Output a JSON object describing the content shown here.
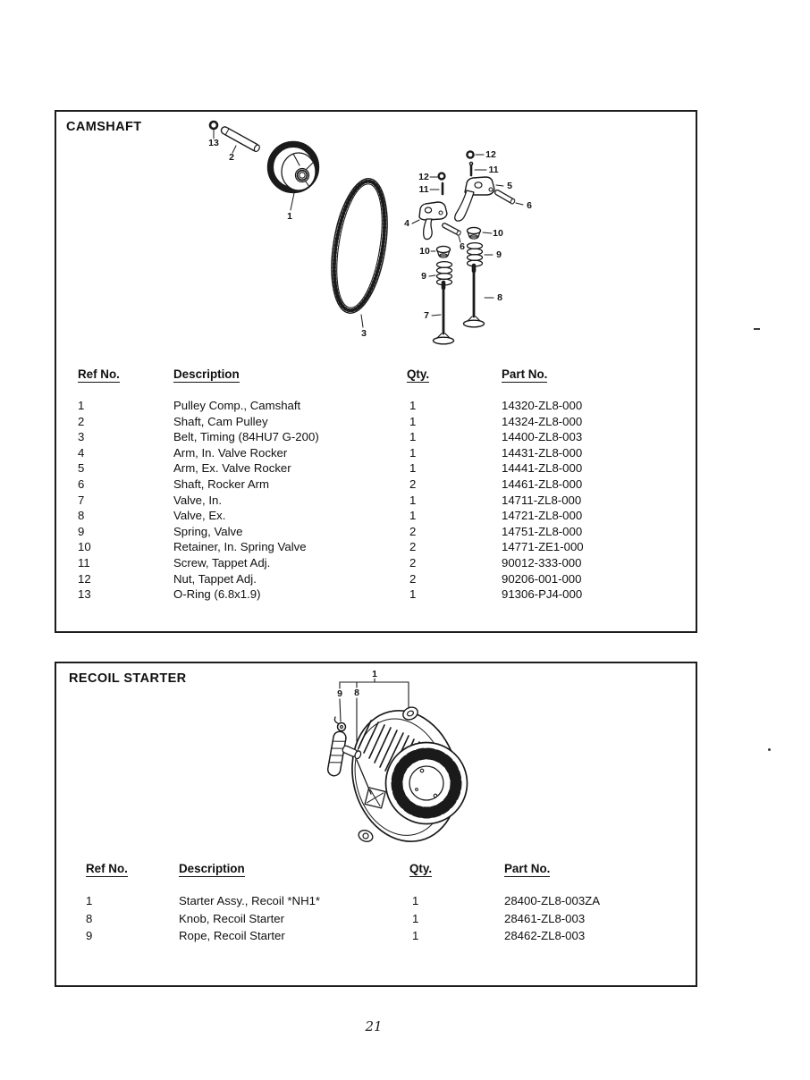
{
  "page": {
    "number": "21"
  },
  "colors": {
    "ink": "#141414",
    "paper": "#ffffff"
  },
  "camshaft": {
    "title": "CAMSHAFT",
    "headers": {
      "ref": "Ref No.",
      "desc": "Description",
      "qty": "Qty.",
      "part": "Part No."
    },
    "rows": [
      {
        "ref": "1",
        "desc": "Pulley Comp., Camshaft",
        "qty": "1",
        "part": "14320-ZL8-000"
      },
      {
        "ref": "2",
        "desc": "Shaft, Cam Pulley",
        "qty": "1",
        "part": "14324-ZL8-000"
      },
      {
        "ref": "3",
        "desc": "Belt, Timing (84HU7 G-200)",
        "qty": "1",
        "part": "14400-ZL8-003"
      },
      {
        "ref": "4",
        "desc": "Arm, In. Valve Rocker",
        "qty": "1",
        "part": "14431-ZL8-000"
      },
      {
        "ref": "5",
        "desc": "Arm, Ex. Valve Rocker",
        "qty": "1",
        "part": "14441-ZL8-000"
      },
      {
        "ref": "6",
        "desc": "Shaft, Rocker Arm",
        "qty": "2",
        "part": "14461-ZL8-000"
      },
      {
        "ref": "7",
        "desc": "Valve, In.",
        "qty": "1",
        "part": "14711-ZL8-000"
      },
      {
        "ref": "8",
        "desc": "Valve, Ex.",
        "qty": "1",
        "part": "14721-ZL8-000"
      },
      {
        "ref": "9",
        "desc": "Spring, Valve",
        "qty": "2",
        "part": "14751-ZL8-000"
      },
      {
        "ref": "10",
        "desc": "Retainer, In. Spring Valve",
        "qty": "2",
        "part": "14771-ZE1-000"
      },
      {
        "ref": "11",
        "desc": "Screw, Tappet Adj.",
        "qty": "2",
        "part": "90012-333-000"
      },
      {
        "ref": "12",
        "desc": "Nut, Tappet Adj.",
        "qty": "2",
        "part": "90206-001-000"
      },
      {
        "ref": "13",
        "desc": "O-Ring (6.8x1.9)",
        "qty": "1",
        "part": "91306-PJ4-000"
      }
    ],
    "callouts": [
      "13",
      "2",
      "1",
      "3",
      "12",
      "11",
      "5",
      "6",
      "12",
      "11",
      "4",
      "6",
      "10",
      "10",
      "9",
      "9",
      "7",
      "8"
    ]
  },
  "recoil": {
    "title": "RECOIL STARTER",
    "headers": {
      "ref": "Ref No.",
      "desc": "Description",
      "qty": "Qty.",
      "part": "Part No."
    },
    "rows": [
      {
        "ref": "1",
        "desc": "Starter Assy., Recoil *NH1*",
        "qty": "1",
        "part": "28400-ZL8-003ZA"
      },
      {
        "ref": "8",
        "desc": "Knob, Recoil Starter",
        "qty": "1",
        "part": "28461-ZL8-003"
      },
      {
        "ref": "9",
        "desc": "Rope, Recoil Starter",
        "qty": "1",
        "part": "28462-ZL8-003"
      }
    ],
    "callouts": [
      "1",
      "9",
      "8"
    ]
  }
}
